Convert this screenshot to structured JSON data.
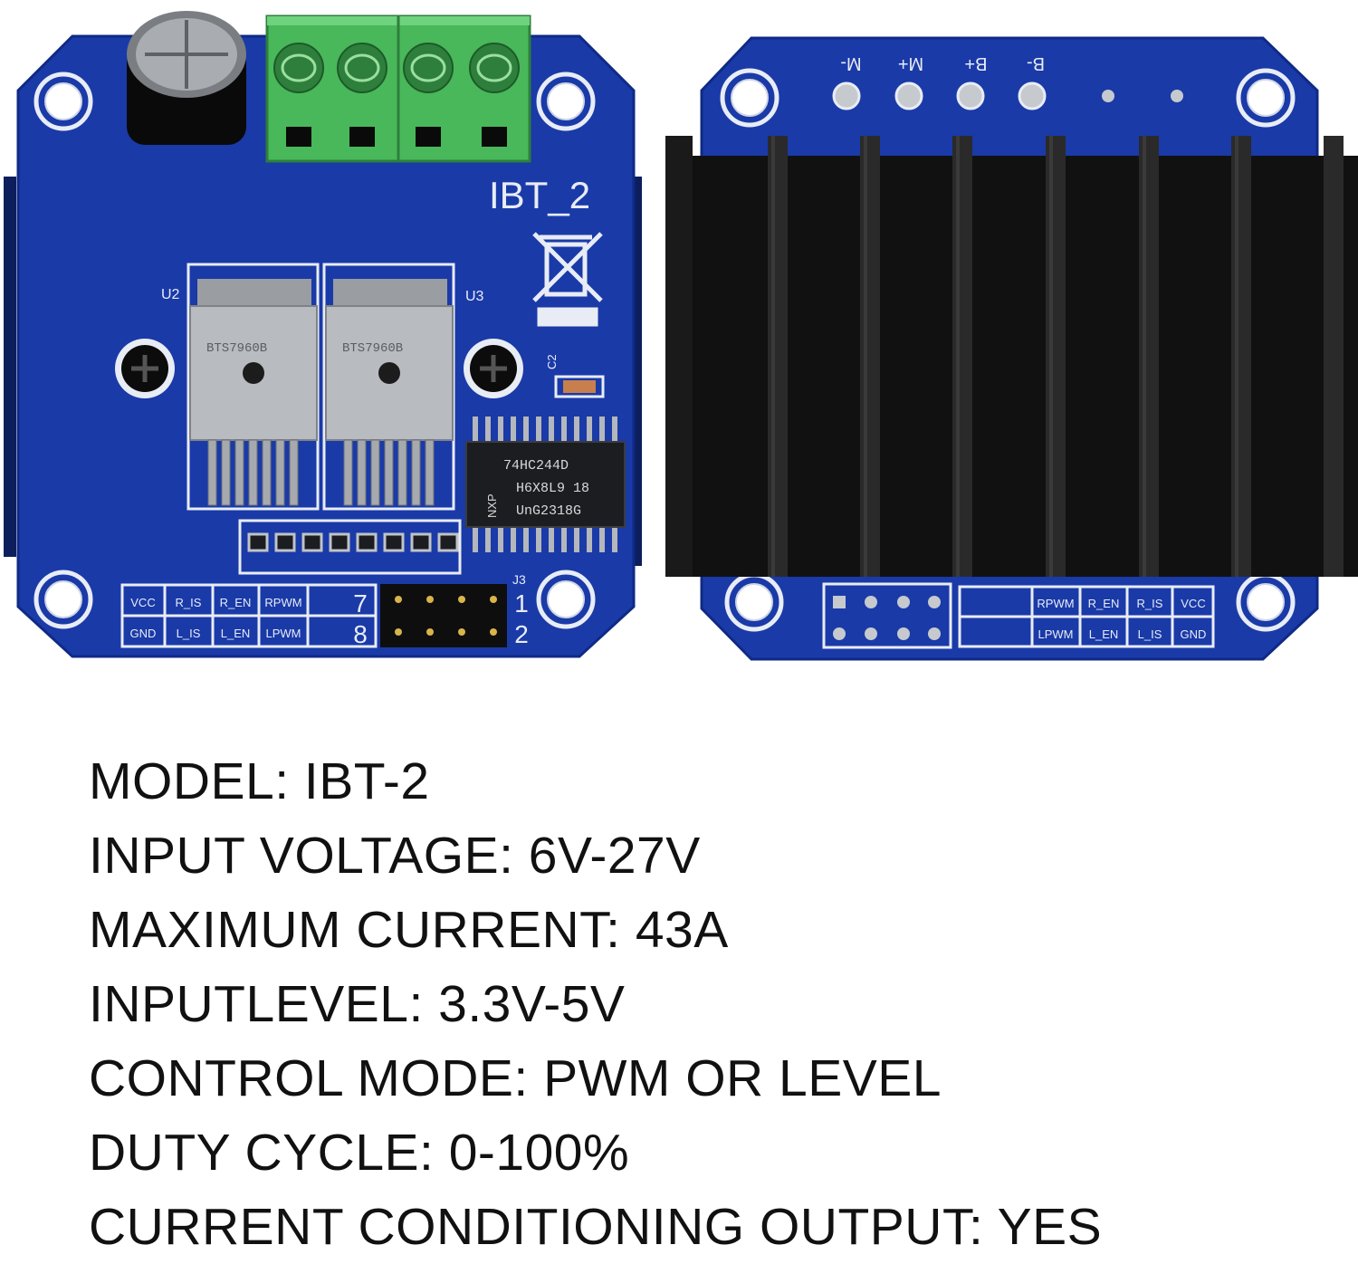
{
  "colors": {
    "pcb": "#1a3aa8",
    "pcb_dark": "#102a80",
    "terminal": "#48b85a",
    "heatsink": "#111111",
    "background": "#ffffff",
    "text": "#111111"
  },
  "front_board": {
    "model_label": "IBT_2",
    "chip_u2_label": "U2",
    "chip_u3_label": "U3",
    "chip_u2_text": "BTS7960B",
    "chip_u3_text": "BTS7960B",
    "logic_chip_lines": [
      "74HC244D",
      "H6X8L9 18",
      "UnG2318G"
    ],
    "logic_chip_brand": "NXP",
    "cap_label": "C2",
    "header_label": "J3",
    "pin_labels_top": [
      "VCC",
      "R_IS",
      "R_EN",
      "RPWM"
    ],
    "pin_labels_bottom": [
      "GND",
      "L_IS",
      "L_EN",
      "LPWM"
    ],
    "pin_numbers": [
      "7",
      "8",
      "1",
      "2"
    ]
  },
  "back_board": {
    "terminal_labels": [
      "M-",
      "M+",
      "B+",
      "B-"
    ],
    "pin_labels_top": [
      "RPWM",
      "R_EN",
      "R_IS",
      "VCC"
    ],
    "pin_labels_bottom": [
      "LPWM",
      "L_EN",
      "L_IS",
      "GND"
    ]
  },
  "specs": [
    "MODEL: IBT-2",
    "INPUT VOLTAGE: 6V-27V",
    "MAXIMUM CURRENT: 43A",
    "INPUTLEVEL: 3.3V-5V",
    "CONTROL MODE: PWM OR LEVEL",
    "DUTY CYCLE: 0-100%",
    "CURRENT CONDITIONING OUTPUT: YES"
  ]
}
